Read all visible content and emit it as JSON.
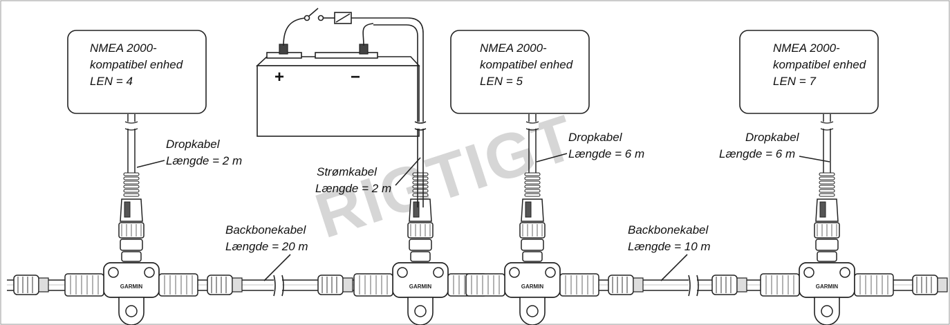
{
  "watermark": "RIGTIGT",
  "devices": [
    {
      "line1": "NMEA 2000-",
      "line2": "kompatibel enhed",
      "line3": "LEN = 4"
    },
    {
      "line1": "NMEA 2000-",
      "line2": "kompatibel enhed",
      "line3": "LEN = 5"
    },
    {
      "line1": "NMEA 2000-",
      "line2": "kompatibel enhed",
      "line3": "LEN = 7"
    }
  ],
  "battery": {
    "plus": "+",
    "minus": "−"
  },
  "connector_brand": "GARMIN",
  "labels": {
    "drop1": {
      "line1": "Dropkabel",
      "line2": "Længde = 2 m"
    },
    "power": {
      "line1": "Strømkabel",
      "line2": "Længde = 2 m"
    },
    "drop2": {
      "line1": "Dropkabel",
      "line2": "Længde = 6 m"
    },
    "drop3": {
      "line1": "Dropkabel",
      "line2": "Længde = 6 m"
    },
    "backbone1": {
      "line1": "Backbonekabel",
      "line2": "Længde = 20 m"
    },
    "backbone2": {
      "line1": "Backbonekabel",
      "line2": "Længde = 10 m"
    }
  }
}
